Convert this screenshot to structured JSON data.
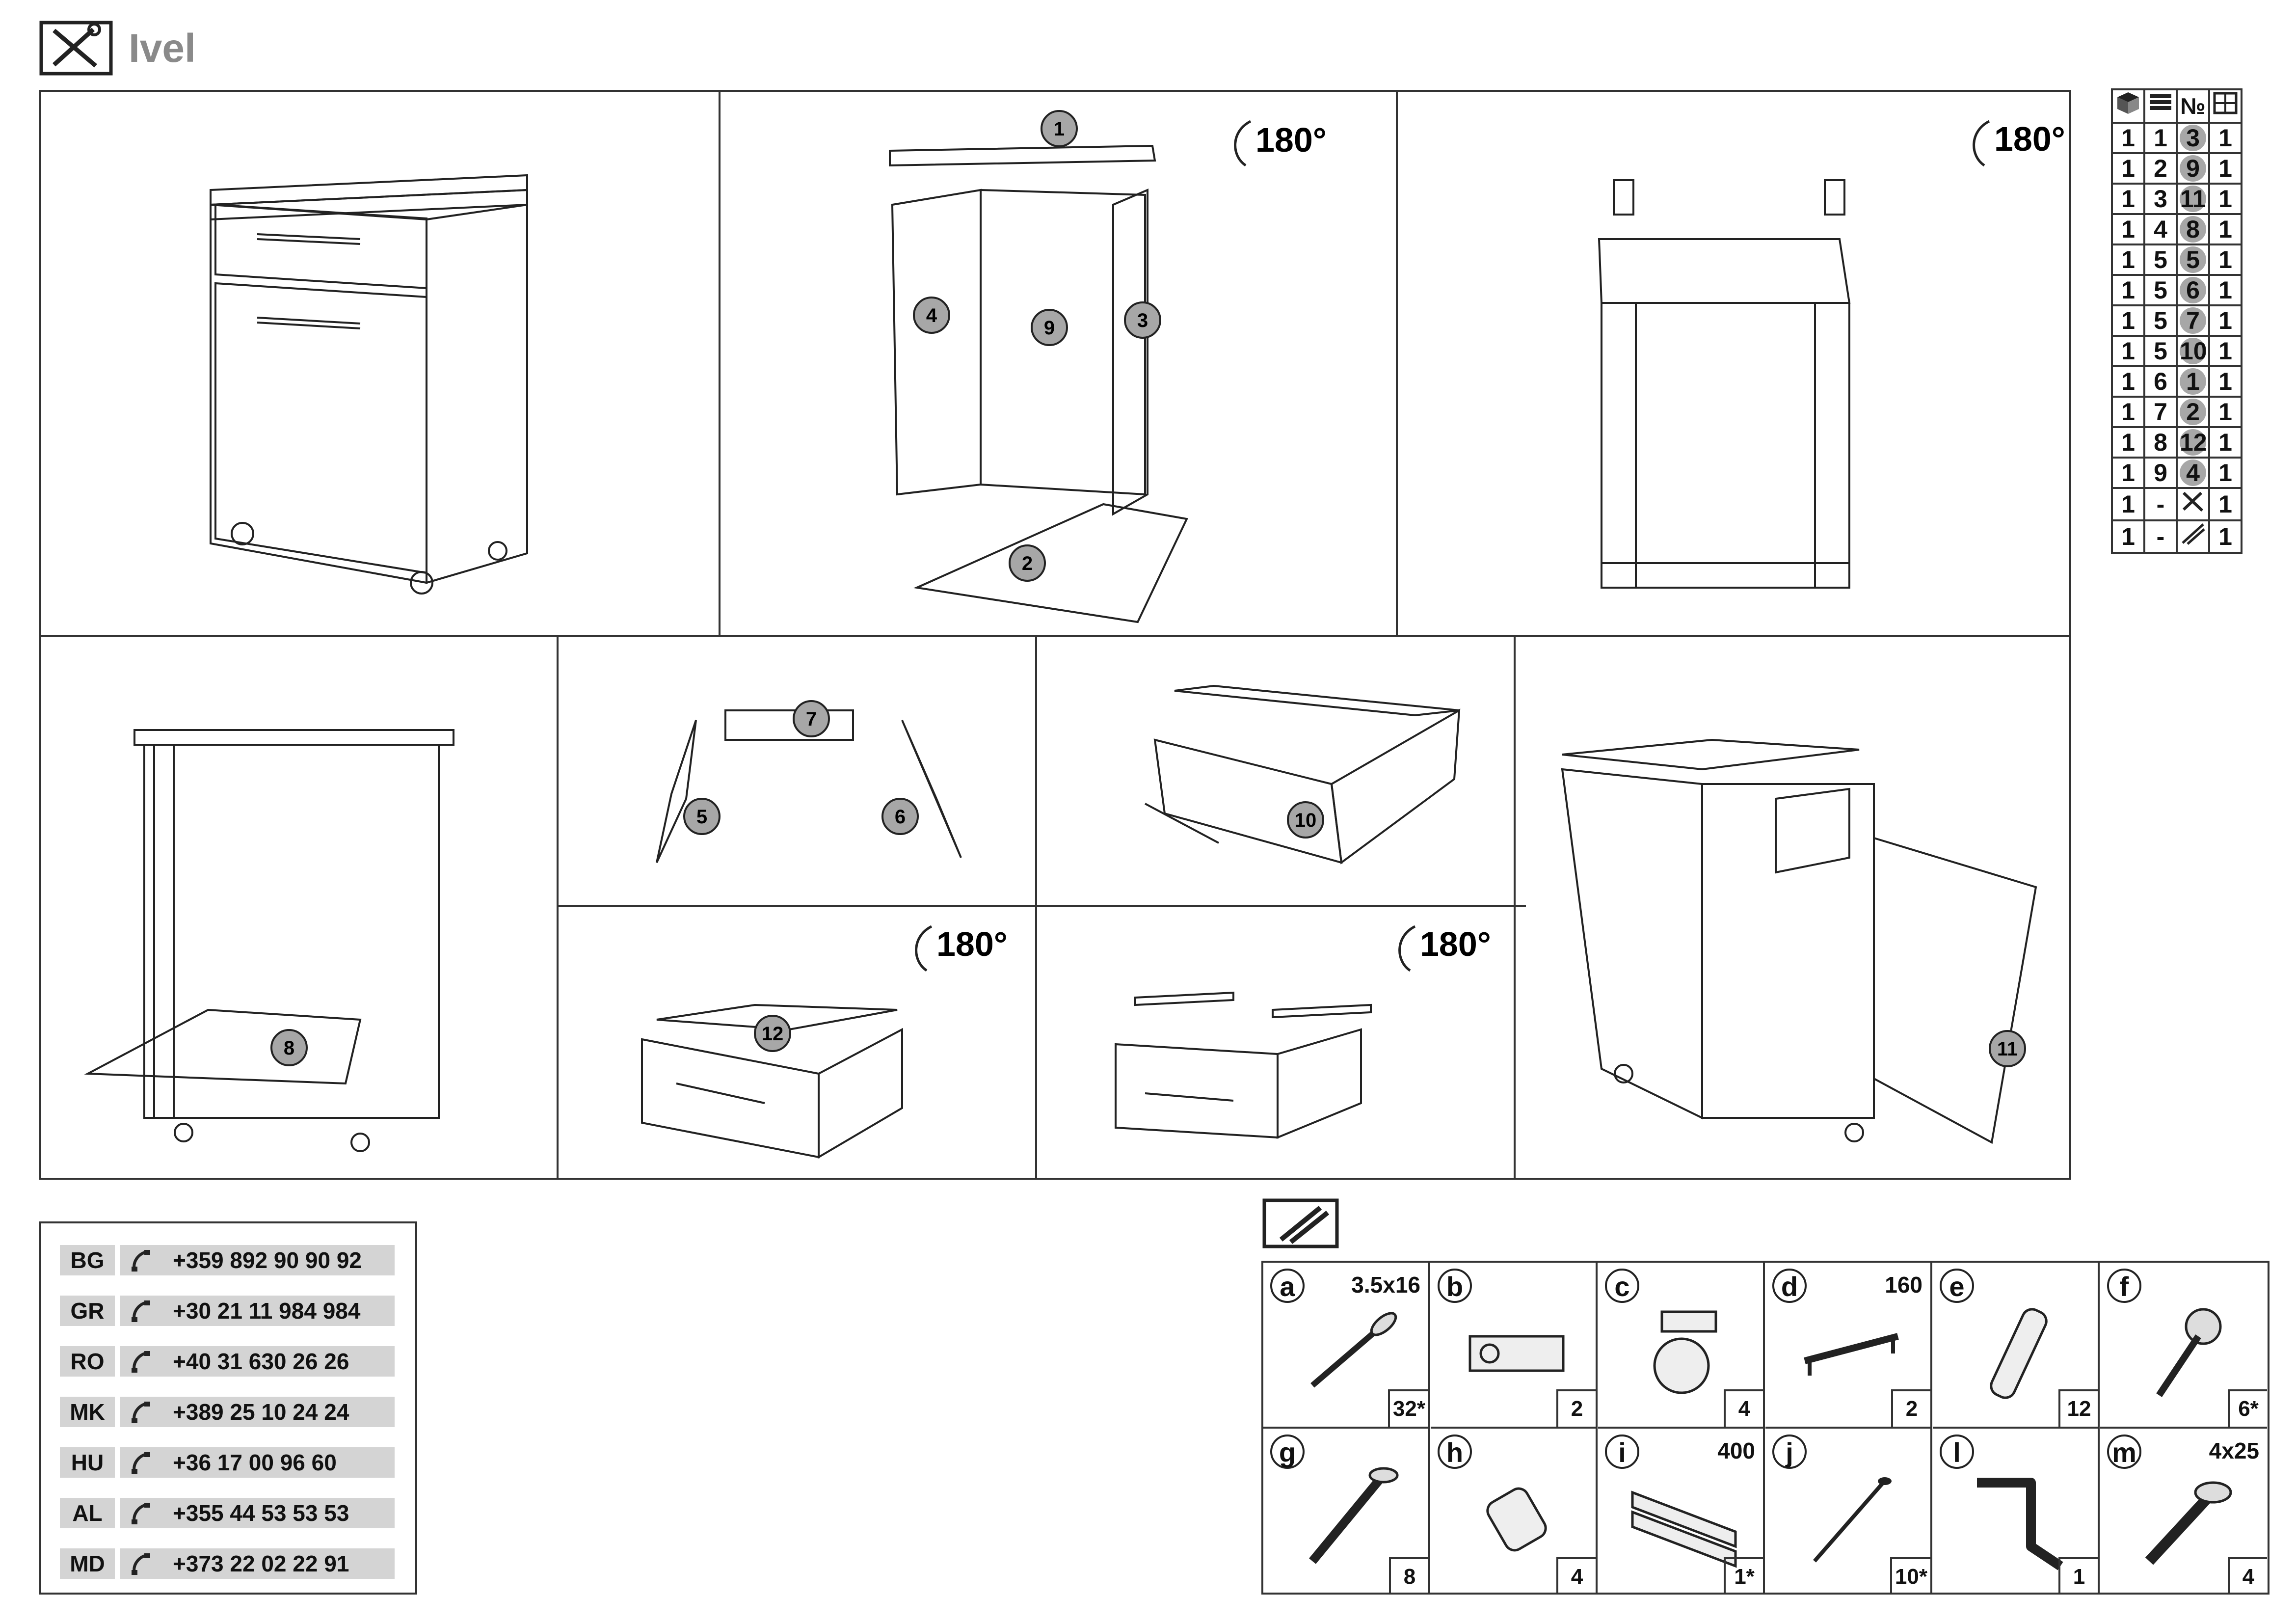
{
  "header": {
    "brand": "Ivel"
  },
  "steps": {
    "rotate_label": "180°",
    "part_numbers": [
      "1",
      "2",
      "3",
      "4",
      "5",
      "6",
      "7",
      "8",
      "9",
      "10",
      "11",
      "12"
    ]
  },
  "parts_table": {
    "columns": [
      "pkg-icon",
      "stack-icon",
      "№",
      "size-icon"
    ],
    "rows": [
      [
        "1",
        "1",
        "3",
        "1"
      ],
      [
        "1",
        "2",
        "9",
        "1"
      ],
      [
        "1",
        "3",
        "11",
        "1"
      ],
      [
        "1",
        "4",
        "8",
        "1"
      ],
      [
        "1",
        "5",
        "5",
        "1"
      ],
      [
        "1",
        "5",
        "6",
        "1"
      ],
      [
        "1",
        "5",
        "7",
        "1"
      ],
      [
        "1",
        "5",
        "10",
        "1"
      ],
      [
        "1",
        "6",
        "1",
        "1"
      ],
      [
        "1",
        "7",
        "2",
        "1"
      ],
      [
        "1",
        "8",
        "12",
        "1"
      ],
      [
        "1",
        "9",
        "4",
        "1"
      ],
      [
        "1",
        "-",
        "tools-icon",
        "1"
      ],
      [
        "1",
        "-",
        "rods-icon",
        "1"
      ]
    ]
  },
  "phones": [
    {
      "code": "BG",
      "number": "+359 892 90 90 92"
    },
    {
      "code": "GR",
      "number": "+30 21 11 984 984"
    },
    {
      "code": "RO",
      "number": "+40 31 630 26 26"
    },
    {
      "code": "MK",
      "number": "+389 25 10 24 24"
    },
    {
      "code": "HU",
      "number": "+36 17 00 96 60"
    },
    {
      "code": "AL",
      "number": "+355 44 53 53 53"
    },
    {
      "code": "MD",
      "number": "+373 22 02 22 91"
    }
  ],
  "hardware": [
    {
      "letter": "a",
      "size": "3.5x16",
      "qty": "32*",
      "icon": "screw-icon"
    },
    {
      "letter": "b",
      "size": "",
      "qty": "2",
      "icon": "hinge-icon"
    },
    {
      "letter": "c",
      "size": "",
      "qty": "4",
      "icon": "caster-icon"
    },
    {
      "letter": "d",
      "size": "160",
      "qty": "2",
      "icon": "handle-icon"
    },
    {
      "letter": "e",
      "size": "",
      "qty": "12",
      "icon": "dowel-icon"
    },
    {
      "letter": "f",
      "size": "",
      "qty": "6*",
      "icon": "cam-lock-icon"
    },
    {
      "letter": "g",
      "size": "",
      "qty": "8",
      "icon": "confirmat-screw-icon"
    },
    {
      "letter": "h",
      "size": "",
      "qty": "4",
      "icon": "shelf-pin-icon"
    },
    {
      "letter": "i",
      "size": "400",
      "qty": "1*",
      "icon": "drawer-runner-icon"
    },
    {
      "letter": "j",
      "size": "",
      "qty": "10*",
      "icon": "nail-icon"
    },
    {
      "letter": "l",
      "size": "",
      "qty": "1",
      "icon": "allen-key-icon"
    },
    {
      "letter": "m",
      "size": "4x25",
      "qty": "4",
      "icon": "euro-screw-icon"
    }
  ]
}
